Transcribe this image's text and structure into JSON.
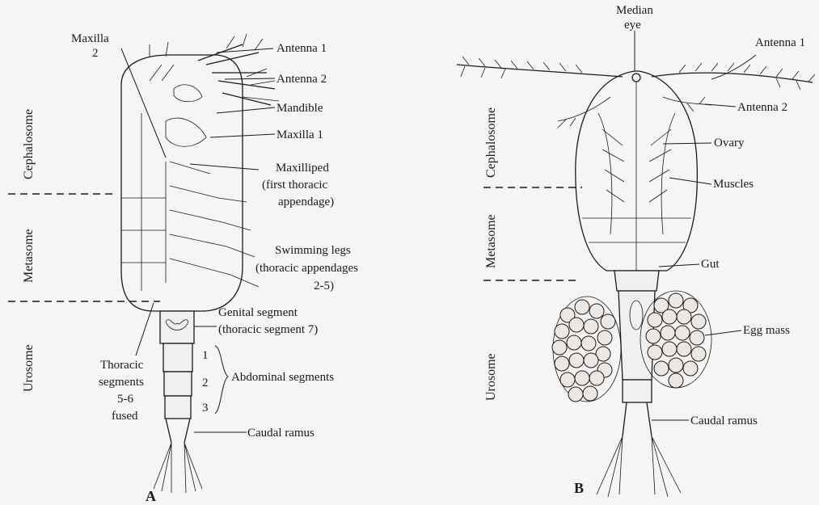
{
  "colors": {
    "background": "#f7f5f4",
    "ink": "#1a1a1a"
  },
  "figure_a": {
    "letter": "A",
    "regions": {
      "cephalosome": "Cephalosome",
      "metasome": "Metasome",
      "urosome": "Urosome"
    },
    "labels": {
      "maxilla2_l1": "Maxilla",
      "maxilla2_l2": "2",
      "antenna1": "Antenna 1",
      "antenna2": "Antenna 2",
      "mandible": "Mandible",
      "maxilla1": "Maxilla 1",
      "maxilliped_l1": "Maxilliped",
      "maxilliped_l2": "(first thoracic",
      "maxilliped_l3": "appendage)",
      "swimming_l1": "Swimming legs",
      "swimming_l2": "(thoracic appendages",
      "swimming_l3": "2-5)",
      "genital_l1": "Genital segment",
      "genital_l2": "(thoracic segment 7)",
      "thoracic_l1": "Thoracic",
      "thoracic_l2": "segments",
      "thoracic_l3": "5-6",
      "thoracic_l4": "fused",
      "abd_num1": "1",
      "abd_num2": "2",
      "abd_num3": "3",
      "abdominal": "Abdominal segments",
      "caudal": "Caudal ramus"
    }
  },
  "figure_b": {
    "letter": "B",
    "regions": {
      "cephalosome": "Cephalosome",
      "metasome": "Metasome",
      "urosome": "Urosome"
    },
    "labels": {
      "median_l1": "Median",
      "median_l2": "eye",
      "antenna1": "Antenna 1",
      "antenna2": "Antenna 2",
      "ovary": "Ovary",
      "muscles": "Muscles",
      "gut": "Gut",
      "egg_mass": "Egg mass",
      "caudal": "Caudal ramus"
    }
  }
}
